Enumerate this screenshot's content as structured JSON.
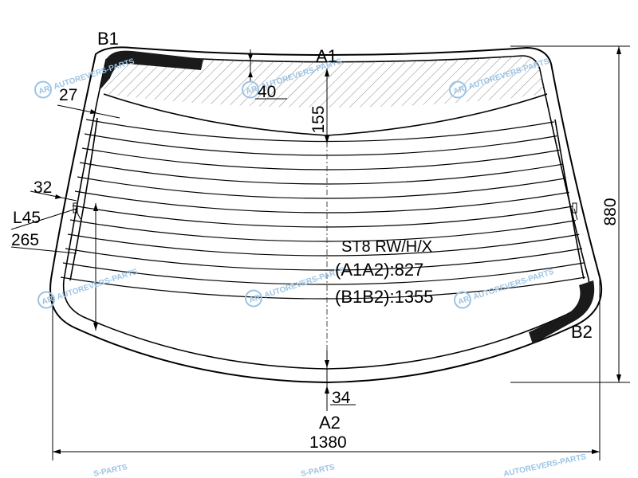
{
  "markers": {
    "b1": "B1",
    "a1": "A1",
    "b2": "B2",
    "a2": "A2"
  },
  "dimensions": {
    "d40": "40",
    "d155": "155",
    "d27": "27",
    "d32": "32",
    "l45": "L45",
    "d265": "265",
    "d880": "880",
    "d34": "34",
    "d1380": "1380"
  },
  "info": {
    "code": "ST8 RW/H/X",
    "a1a2": "(A1A2):827",
    "b1b2": "(B1B2):1355"
  },
  "watermark": {
    "text": "AUTOREVERS-PARTS",
    "logo": "AR",
    "tail": "S-PARTS",
    "color": "#9cc4e4"
  },
  "colors": {
    "outline": "#000000",
    "hatch": "#6f6f6f",
    "frit": "#1a1a1a"
  }
}
